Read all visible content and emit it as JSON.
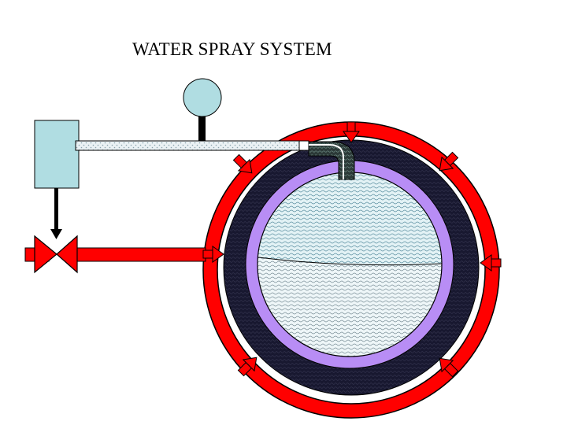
{
  "title": "WATER SPRAY SYSTEM",
  "colors": {
    "spray_ring": "#ff0000",
    "ring_outline": "#000000",
    "insulation_layer": "#1a1a2e",
    "vessel_shell": "#b88df5",
    "control_box": "#b0dde2",
    "pressure_gauge": "#b0dde2",
    "vapor_space": "#d7edf1",
    "liquid": "#e8f4f6",
    "sense_line": "#e7eef2",
    "background": "#ffffff"
  },
  "components": [
    "control-box",
    "pressure-gauge",
    "sensing-line",
    "deluge-valve",
    "water-supply-pipe",
    "spray-ring",
    "spray-nozzles",
    "insulated-vessel",
    "liquid-level"
  ]
}
